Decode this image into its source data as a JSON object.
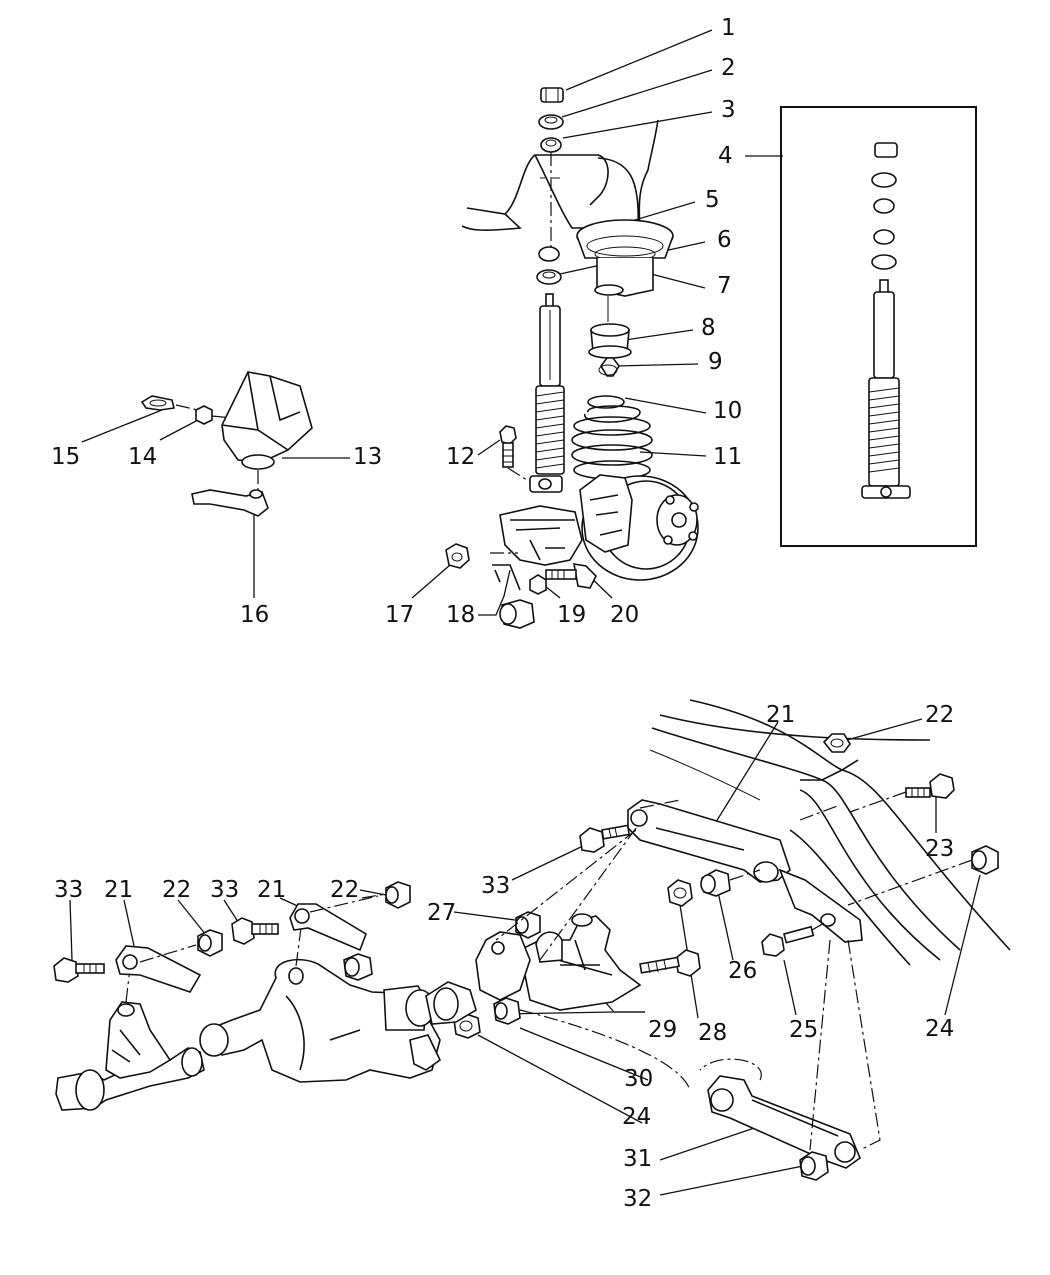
{
  "callouts": [
    {
      "id": "c1",
      "label": "1"
    },
    {
      "id": "c2",
      "label": "2"
    },
    {
      "id": "c3",
      "label": "3"
    },
    {
      "id": "c4",
      "label": "4"
    },
    {
      "id": "c5",
      "label": "5"
    },
    {
      "id": "c6",
      "label": "6"
    },
    {
      "id": "c7",
      "label": "7"
    },
    {
      "id": "c8",
      "label": "8"
    },
    {
      "id": "c9",
      "label": "9"
    },
    {
      "id": "c10",
      "label": "10"
    },
    {
      "id": "c11",
      "label": "11"
    },
    {
      "id": "c12",
      "label": "12"
    },
    {
      "id": "c13",
      "label": "13"
    },
    {
      "id": "c14",
      "label": "14"
    },
    {
      "id": "c15",
      "label": "15"
    },
    {
      "id": "c16",
      "label": "16"
    },
    {
      "id": "c17",
      "label": "17"
    },
    {
      "id": "c18",
      "label": "18"
    },
    {
      "id": "c19",
      "label": "19"
    },
    {
      "id": "c20",
      "label": "20"
    },
    {
      "id": "c21a",
      "label": "21"
    },
    {
      "id": "c22a",
      "label": "22"
    },
    {
      "id": "c23",
      "label": "23"
    },
    {
      "id": "c24a",
      "label": "24"
    },
    {
      "id": "c33a",
      "label": "33"
    },
    {
      "id": "c26",
      "label": "26"
    },
    {
      "id": "c27",
      "label": "27"
    },
    {
      "id": "c28",
      "label": "28"
    },
    {
      "id": "c25",
      "label": "25"
    },
    {
      "id": "c24b",
      "label": "24"
    },
    {
      "id": "c29",
      "label": "29"
    },
    {
      "id": "c30",
      "label": "30"
    },
    {
      "id": "c24c",
      "label": "24"
    },
    {
      "id": "c31",
      "label": "31"
    },
    {
      "id": "c32",
      "label": "32"
    },
    {
      "id": "c33b",
      "label": "33"
    },
    {
      "id": "c21b",
      "label": "21"
    },
    {
      "id": "c22b",
      "label": "22"
    },
    {
      "id": "c33c",
      "label": "33"
    },
    {
      "id": "c21c",
      "label": "21"
    },
    {
      "id": "c22c",
      "label": "22"
    }
  ]
}
